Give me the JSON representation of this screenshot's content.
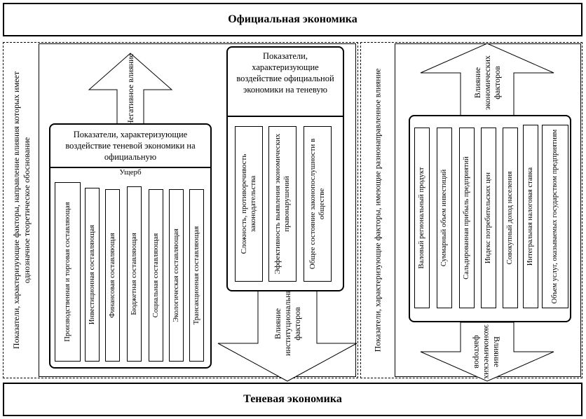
{
  "top_box": "Официальная экономика",
  "bottom_box": "Теневая экономика",
  "left_side_label": "Показатели, характеризующие факторы, направление влияния которых имеет однозначное теоретическое обоснование",
  "right_side_label": "Показатели, характеризующие факторы, имеющие разнонаправленное влияние",
  "left_box": {
    "title": "Показатели, характеризующие воздействие теневой экономики на официальную",
    "subtitle": "Ущерб",
    "columns": [
      "Производственная и торговая составляющая",
      "Инвестиционная составляющая",
      "Финансовая составляющая",
      "Бюджетная составляющая",
      "Социальная составляющая",
      "Экологическая составляющая",
      "Трансакционная составляющая"
    ]
  },
  "negative_arrow_label": "Негативное влияние",
  "center_box": {
    "title": "Показатели, характеризующие воздействие официальной экономики на теневую",
    "columns": [
      "Сложность, противоречивость законодательства",
      "Эффективность выявления экономических правонарушений",
      "Общее состояние законопослушности в обществе"
    ]
  },
  "institutional_arrow_label": "Влияние институциональных факторов",
  "right_box": {
    "columns": [
      "Валовый региональный продукт",
      "Суммарный объем инвестиций",
      "Сальдированная прибыль предприятий",
      "Индекс потребительских цен",
      "Совокупный доход населения",
      "Интегральная налоговая ставка",
      "Объем услуг, оказываемых государством предприятиям"
    ]
  },
  "econ_arrow_top_label": "Влияние экономических факторов",
  "econ_arrow_bottom_label": "Влияние экономических факторов"
}
